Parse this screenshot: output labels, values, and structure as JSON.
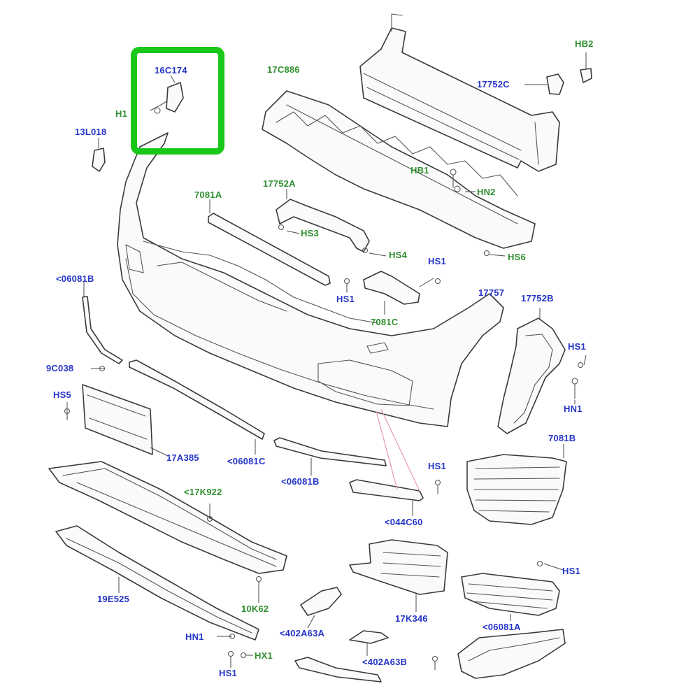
{
  "diagram": {
    "colors": {
      "label_blue": "#2535c8",
      "label_green": "#2f8f2f",
      "highlight": "#18c718",
      "part_outline": "#3a3a3a",
      "pink_leader": "#e8a0b0"
    },
    "labels": {
      "l_16c174": "16C174",
      "l_h1": "H1",
      "l_13l018": "13L018",
      "l_17c886": "17C886",
      "l_hb2": "HB2",
      "l_17752c": "17752C",
      "l_hb1": "HB1",
      "l_hn2": "HN2",
      "l_7081a": "7081A",
      "l_17752a": "17752A",
      "l_hs3": "HS3",
      "l_hs4": "HS4",
      "l_hs6": "HS6",
      "l_hs1_a": "HS1",
      "l_hs1_b": "HS1",
      "l_7081c": "7081C",
      "l_06081b_a": "<06081B",
      "l_17757": "17757",
      "l_17752b": "17752B",
      "l_hs1_c": "HS1",
      "l_9c038": "9C038",
      "l_hn1_a": "HN1",
      "l_hs5": "HS5",
      "l_7081b": "7081B",
      "l_17a385": "17A385",
      "l_06081c": "<06081C",
      "l_06081b_b": "<06081B",
      "l_hs1_d": "HS1",
      "l_17k922": "<17K922",
      "l_044c60": "<044C60",
      "l_hs1_e": "HS1",
      "l_19e525": "19E525",
      "l_10k62": "10K62",
      "l_17k346": "17K346",
      "l_06081a": "<06081A",
      "l_402a63a": "<402A63A",
      "l_hn1_b": "HN1",
      "l_hx1": "HX1",
      "l_402a63b": "<402A63B",
      "l_hs1_f": "HS1"
    }
  }
}
